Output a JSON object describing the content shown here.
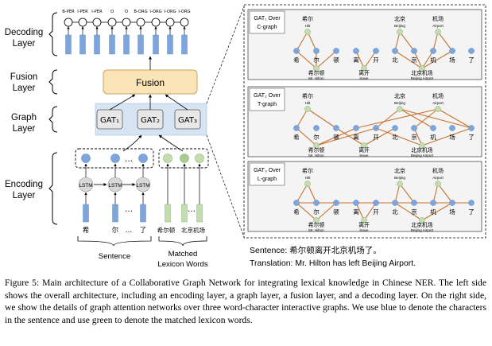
{
  "left": {
    "layers": [
      "Decoding Layer",
      "Fusion Layer",
      "Graph Layer",
      "Encoding Layer"
    ],
    "tags": [
      "B-PER",
      "I-PER",
      "I-PER",
      "O",
      "O",
      "B-ORG",
      "I-ORG",
      "I-ORG",
      "I-ORG"
    ],
    "fusion_label": "Fusion",
    "gat_labels": [
      "GAT₁",
      "GAT₂",
      "GAT₃"
    ],
    "lstm_label": "LSTM",
    "chars": [
      "希",
      "尔",
      "了"
    ],
    "lexicon_words": [
      "希尔顿",
      "北京机场"
    ],
    "ellipsis": "…",
    "sentence_label": "Sentence",
    "lexicon_label": "Matched Lexicon Words"
  },
  "right": {
    "chars": [
      "希",
      "尔",
      "顿",
      "离",
      "开",
      "北",
      "京",
      "机",
      "场",
      "了"
    ],
    "panels": [
      {
        "label": "GAT₁ Over C-graph",
        "top_words": [
          {
            "zh": "希尔",
            "en": "Hilt"
          },
          {
            "zh": "北京",
            "en": "Beijing"
          },
          {
            "zh": "机场",
            "en": "Airport"
          }
        ],
        "bottom_words": [
          {
            "zh": "希尔顿",
            "en": "Mr. Hilton"
          },
          {
            "zh": "离开",
            "en": "leave"
          },
          {
            "zh": "北京机场",
            "en": "Beijing Airport"
          }
        ]
      },
      {
        "label": "GAT₂ Over T-graph",
        "top_words": [
          {
            "zh": "希尔",
            "en": "Hilt"
          },
          {
            "zh": "北京",
            "en": "Beijing"
          },
          {
            "zh": "机场",
            "en": "Airport"
          }
        ],
        "bottom_words": [
          {
            "zh": "希尔顿",
            "en": "Mr. Hilton"
          },
          {
            "zh": "离开",
            "en": "leave"
          },
          {
            "zh": "北京机场",
            "en": "Beijing Airport"
          }
        ]
      },
      {
        "label": "GAT₃ Over L-graph",
        "top_words": [
          {
            "zh": "希尔",
            "en": "Hilt"
          },
          {
            "zh": "北京",
            "en": "Beijing"
          },
          {
            "zh": "机场",
            "en": "Airport"
          }
        ],
        "bottom_words": [
          {
            "zh": "希尔顿",
            "en": "Mr. Hilton"
          },
          {
            "zh": "离开",
            "en": "leave"
          },
          {
            "zh": "北京机场",
            "en": "Beijing Airport"
          }
        ]
      }
    ],
    "sentence_line": "Sentence: 希尔顿离开北京机场了。",
    "translation_line": "Translation:  Mr. Hilton has left Beijing Airport."
  },
  "caption": "Figure 5: Main architecture of a Collaborative Graph Network for integrating lexical knowledge in Chinese NER. The left side shows the overall architecture, including an encoding layer, a graph layer, a fusion layer, and a decoding layer.  On the right side, we show the details of graph attention networks over three word-character interactive graphs.  We use blue to denote the characters in the sentence and use green to denote the matched lexicon words.",
  "colors": {
    "char_blue": "#7ea6dc",
    "word_green": "#c3dcb0",
    "edge_orange": "#c9712d",
    "fusion_fill": "#fbe5b8",
    "graph_layer_fill": "#d6e4f3"
  }
}
